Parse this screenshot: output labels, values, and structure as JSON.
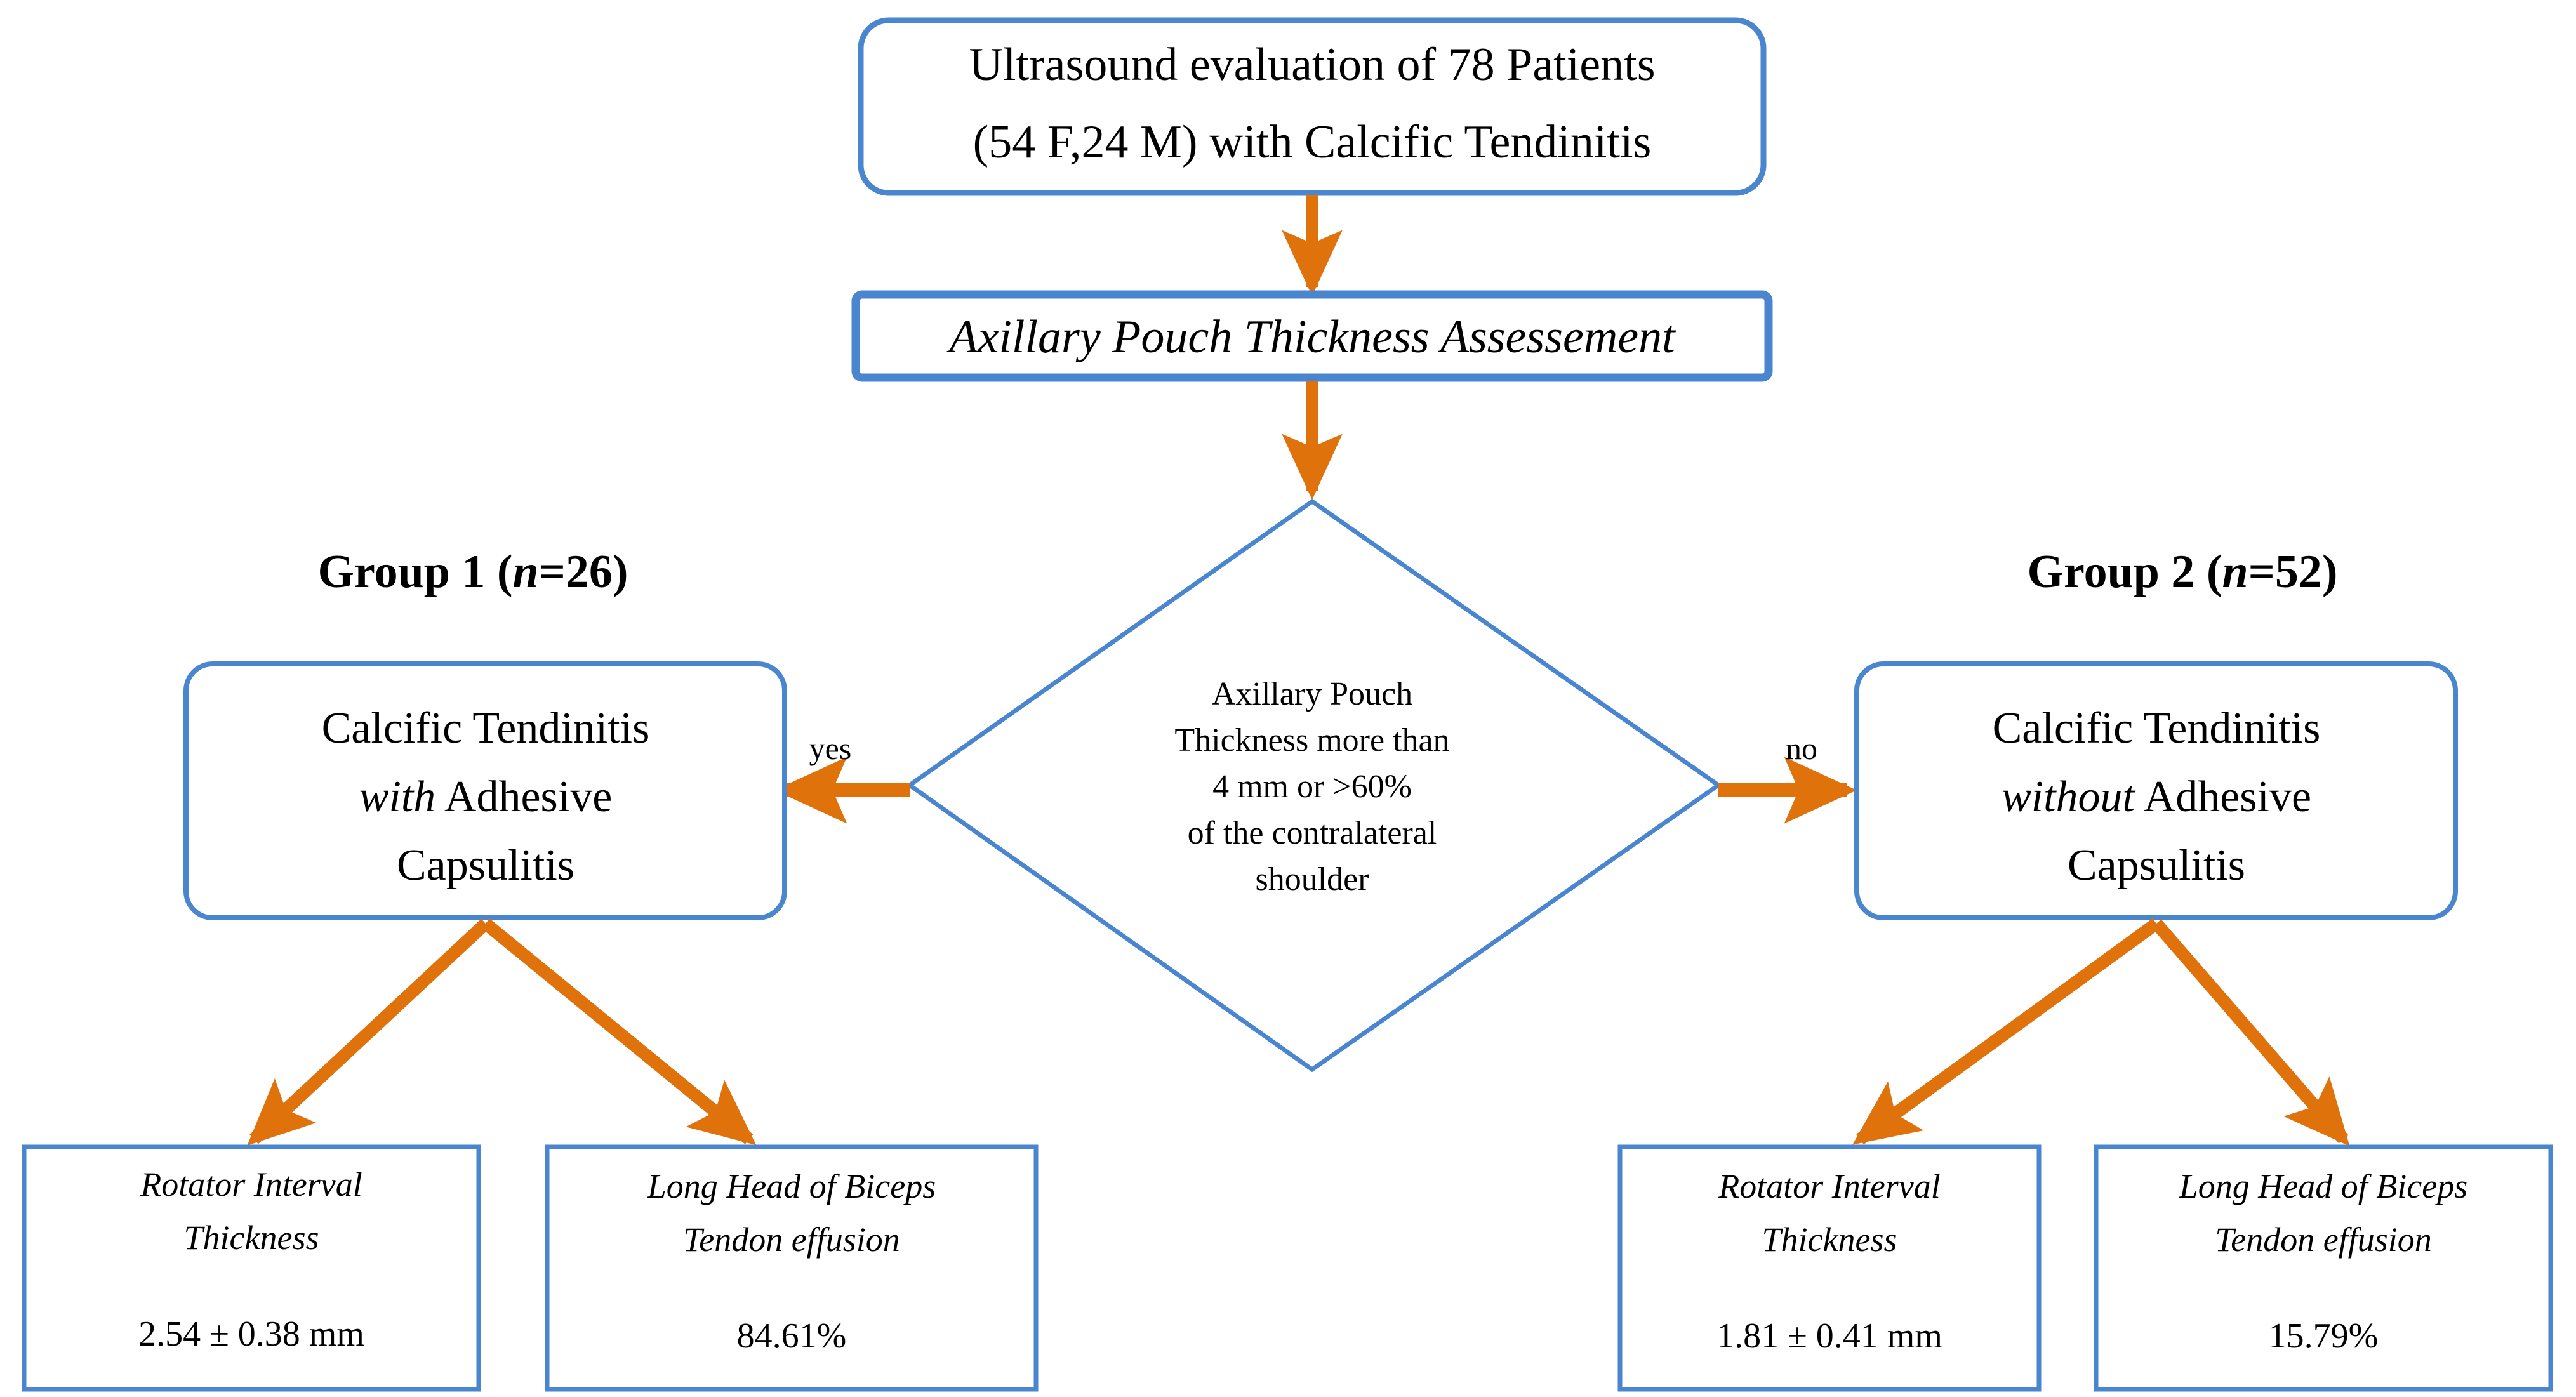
{
  "colors": {
    "box_border_blue": "#4a86cf",
    "arrow_orange": "#e0720c",
    "diamond_border_blue": "#4a86cf",
    "text_black": "#000000",
    "background": "#ffffff"
  },
  "nodes": {
    "root": {
      "name": "ultrasound-evaluation-box",
      "line1": "Ultrasound evaluation of 78 Patients",
      "line2": "(54 F,24 M) with Calcific Tendinitis",
      "patients_total": 78,
      "females": 54,
      "males": 24
    },
    "assessment": {
      "name": "axillary-pouch-thickness-assessment-box",
      "label": "Axillary Pouch Thickness Assessement"
    },
    "decision": {
      "name": "decision-diamond",
      "line1": "Axillary  Pouch",
      "line2": "Thickness  more  than",
      "line3": "4 mm or >60%",
      "line4": "of the contralateral",
      "line5": "shoulder",
      "yes_label": "yes",
      "no_label": "no"
    },
    "group1": {
      "name": "group-1",
      "header_prefix": "Group 1 (",
      "header_italic": "n",
      "header_suffix": "=26)",
      "n": 26,
      "box_line1": "Calcific Tendinitis",
      "box_line2_italic": "with",
      "box_line2_rest": " Adhesive",
      "box_line3": "Capsulitis",
      "leaves": [
        {
          "name": "group1-rotator-interval-thickness",
          "title_line1": "Rotator Interval",
          "title_line2": "Thickness",
          "value": "2.54 ± 0.38 mm"
        },
        {
          "name": "group1-long-head-biceps-tendon-effusion",
          "title_line1": "Long Head of Biceps",
          "title_line2": "Tendon effusion",
          "value": "84.61%"
        }
      ]
    },
    "group2": {
      "name": "group-2",
      "header_prefix": "Group 2 (",
      "header_italic": "n",
      "header_suffix": "=52)",
      "n": 52,
      "box_line1": "Calcific Tendinitis",
      "box_line2_italic": "without",
      "box_line2_rest": " Adhesive",
      "box_line3": "Capsulitis",
      "leaves": [
        {
          "name": "group2-rotator-interval-thickness",
          "title_line1": "Rotator Interval",
          "title_line2": "Thickness",
          "value": "1.81 ± 0.41 mm"
        },
        {
          "name": "group2-long-head-biceps-tendon-effusion",
          "title_line1": "Long Head of Biceps",
          "title_line2": "Tendon effusion",
          "value": "15.79%"
        }
      ]
    }
  }
}
